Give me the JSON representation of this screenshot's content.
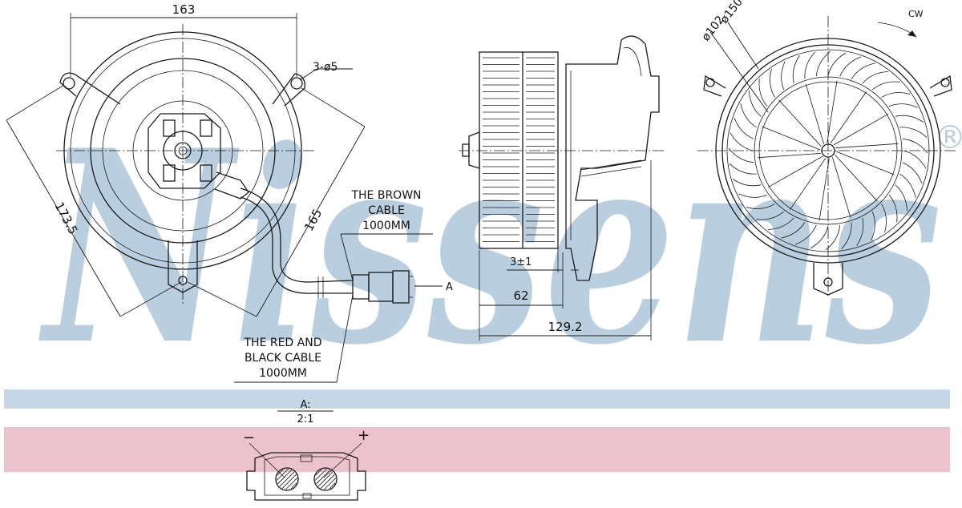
{
  "watermark": {
    "text": "Nissens",
    "registered": "®"
  },
  "colors": {
    "watermark": "#b9cfdf",
    "blue_band": "#c3d7e6",
    "pink_band": "#ecc3cd",
    "line": "#1a1a1a"
  },
  "dimensions": {
    "width_163": "163",
    "holes": "3-ø5",
    "diag_173_5": "173.5",
    "diag_165": "165",
    "dia_150": "ø150",
    "dia_102": "ø102",
    "gap_3": "3±1",
    "depth_62": "62",
    "overall_129_2": "129.2"
  },
  "rotation": "CW",
  "callouts": {
    "brown_cable": [
      "THE BROWN",
      "CABLE",
      "1000MM"
    ],
    "red_black_cable": [
      "THE RED AND",
      "BLACK CABLE",
      "1000MM"
    ],
    "connector_ref": "A"
  },
  "detail": {
    "title": "A:",
    "scale": "2:1",
    "minus": "−",
    "plus": "+"
  }
}
